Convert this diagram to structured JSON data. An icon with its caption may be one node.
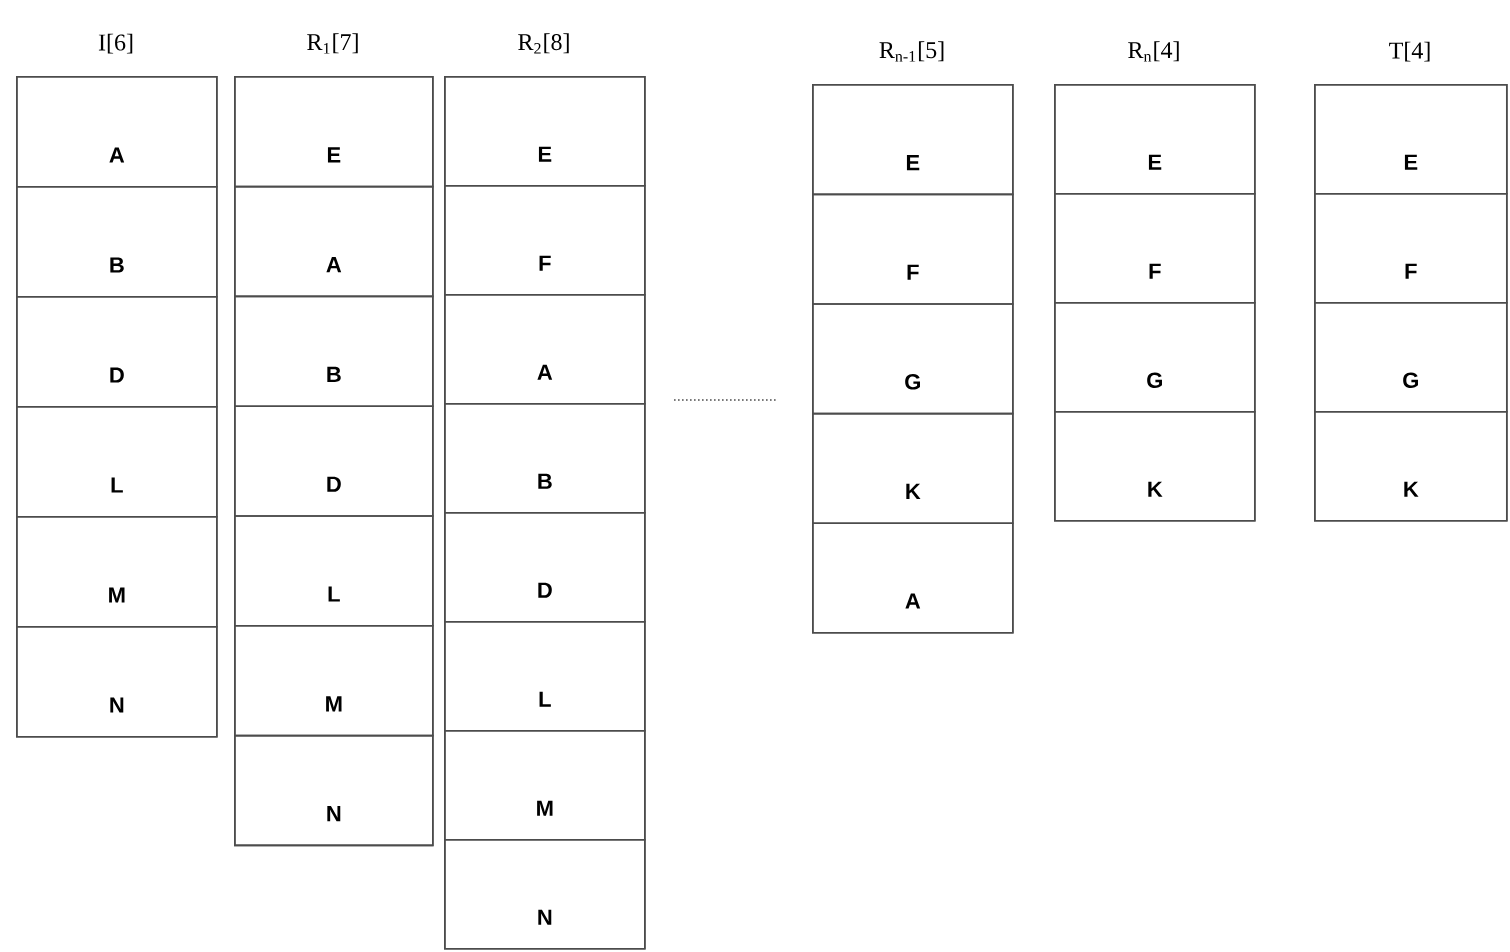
{
  "diagram": {
    "nodes": [
      {
        "text": [
          "I[6]"
        ]
      },
      {
        "text": [
          "A"
        ],
        "in": 0
      },
      {
        "text": [
          "B"
        ],
        "in": 0
      },
      {
        "text": [
          "D"
        ],
        "in": 0
      },
      {
        "text": [
          "L"
        ],
        "in": 0
      },
      {
        "text": [
          "M"
        ],
        "in": 0
      },
      {
        "text": [
          "N"
        ],
        "in": 0
      },
      {
        "text": [
          "R$_{1}$[7]"
        ]
      },
      {
        "text": [
          "E"
        ],
        "in": 7
      },
      {
        "text": [
          "A"
        ],
        "in": 7
      },
      {
        "text": [
          "B"
        ],
        "in": 7
      },
      {
        "text": [
          "D"
        ],
        "in": 7
      },
      {
        "text": [
          "L"
        ],
        "in": 7
      },
      {
        "text": [
          "M"
        ],
        "in": 7
      },
      {
        "text": [
          "N"
        ],
        "in": 7
      },
      {
        "text": [
          "R$_{2}$[8]"
        ]
      },
      {
        "text": [
          "E"
        ],
        "in": 15
      },
      {
        "text": [
          "F"
        ],
        "in": 15
      },
      {
        "text": [
          "A"
        ],
        "in": 15
      },
      {
        "text": [
          "B"
        ],
        "in": 15
      },
      {
        "text": [
          "D"
        ],
        "in": 15
      },
      {
        "text": [
          "L"
        ],
        "in": 15
      },
      {
        "text": [
          "M"
        ],
        "in": 15
      },
      {
        "text": [
          "N"
        ],
        "in": 15
      },
      {
        "text": [
          "R$_{n-1}$[5]"
        ]
      },
      {
        "text": [
          "E"
        ],
        "in": 24
      },
      {
        "text": [
          "F"
        ],
        "in": 24
      },
      {
        "text": [
          "G"
        ],
        "in": 24
      },
      {
        "text": [
          "K"
        ],
        "in": 24
      },
      {
        "text": [
          "A"
        ],
        "in": 24
      },
      {
        "text": [
          "R$_{n}$[4]"
        ]
      },
      {
        "text": [
          "E"
        ],
        "in": 30
      },
      {
        "text": [
          "F"
        ],
        "in": 30
      },
      {
        "text": [
          "G"
        ],
        "in": 30
      },
      {
        "text": [
          "K"
        ],
        "in": 30
      },
      {
        "text": [
          "T[4]"
        ]
      },
      {
        "text": [
          "E"
        ],
        "in": 35
      },
      {
        "text": [
          "F"
        ],
        "in": 35
      },
      {
        "text": [
          "G"
        ],
        "in": 35
      },
      {
        "text": [
          "K"
        ],
        "in": 35
      }
    ]
  }
}
